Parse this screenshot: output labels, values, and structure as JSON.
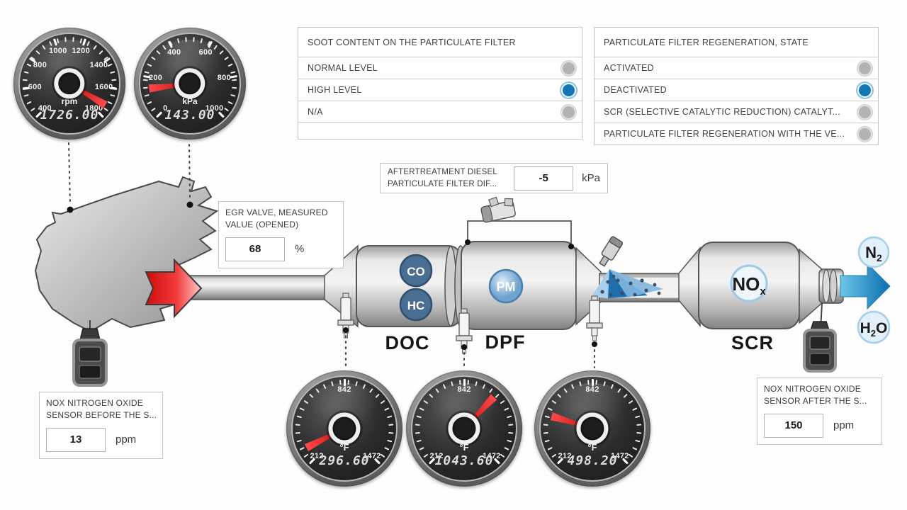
{
  "colors": {
    "accent_blue": "#1377b5",
    "radio_gray": "#b3b3b3",
    "panel_border": "#c4c4c4",
    "needle_red": "#d71414",
    "flow_blue": "#0b6dad",
    "badge_dark_blue": "#4a6d92",
    "badge_light_blue": "#9cc3e2"
  },
  "panels": {
    "soot": {
      "title": "SOOT CONTENT ON THE PARTICULATE FILTER",
      "options": [
        {
          "label": "NORMAL LEVEL",
          "selected": false
        },
        {
          "label": "HIGH LEVEL",
          "selected": true
        },
        {
          "label": "N/A",
          "selected": false
        }
      ]
    },
    "regen": {
      "title": "PARTICULATE FILTER REGENERATION, STATE",
      "options": [
        {
          "label": "ACTIVATED",
          "selected": false
        },
        {
          "label": "DEACTIVATED",
          "selected": true
        },
        {
          "label": "SCR (SELECTIVE CATALYTIC REDUCTION) CATALYT...",
          "selected": false
        },
        {
          "label": "PARTICULATE FILTER REGENERATION WITH THE VE...",
          "selected": false
        }
      ]
    }
  },
  "value_panels": {
    "dpf_diff": {
      "label_line1": "AFTERTREATMENT DIESEL",
      "label_line2": "PARTICULATE FILTER DIF...",
      "value": "-5",
      "unit": "kPa"
    },
    "egr": {
      "label_line1": "EGR VALVE, MEASURED",
      "label_line2": "VALUE (OPENED)",
      "value": "68",
      "unit": "%"
    },
    "nox_before": {
      "label_line1": "NOX NITROGEN OXIDE",
      "label_line2": "SENSOR BEFORE THE S...",
      "value": "13",
      "unit": "ppm"
    },
    "nox_after": {
      "label_line1": "NOX NITROGEN OXIDE",
      "label_line2": "SENSOR AFTER THE S...",
      "value": "150",
      "unit": "ppm"
    }
  },
  "chart_data": [
    {
      "type": "gauge",
      "name": "engine-speed",
      "unit": "rpm",
      "value": 1726.0,
      "display": "1726.00",
      "min": 400,
      "max": 1800,
      "tick_labels": [
        400,
        600,
        800,
        1000,
        1200,
        1400,
        1600,
        1800
      ]
    },
    {
      "type": "gauge",
      "name": "pressure",
      "unit": "kPa",
      "value": 143.0,
      "display": "143.00",
      "min": 0,
      "max": 1000,
      "tick_labels": [
        0,
        200,
        400,
        600,
        800,
        1000
      ]
    },
    {
      "type": "gauge",
      "name": "temp-before-doc",
      "unit": "°F",
      "value": 296.6,
      "display": "296.60",
      "min": 212,
      "max": 1472,
      "tick_labels": [
        212,
        842,
        1472
      ]
    },
    {
      "type": "gauge",
      "name": "temp-before-dpf",
      "unit": "°F",
      "value": 1043.6,
      "display": "1043.60",
      "min": 212,
      "max": 1472,
      "tick_labels": [
        212,
        842,
        1472
      ]
    },
    {
      "type": "gauge",
      "name": "temp-after-dpf",
      "unit": "°F",
      "value": 498.2,
      "display": "498.20",
      "min": 212,
      "max": 1472,
      "tick_labels": [
        212,
        842,
        1472
      ]
    }
  ],
  "diagram": {
    "doc": "DOC",
    "dpf": "DPF",
    "scr": "SCR",
    "co": "CO",
    "hc": "HC",
    "pm": "PM",
    "no": "NO",
    "no_sub": "x",
    "n": "N",
    "n_sub": "2",
    "h": "H",
    "h_sub": "2",
    "o": "O"
  }
}
